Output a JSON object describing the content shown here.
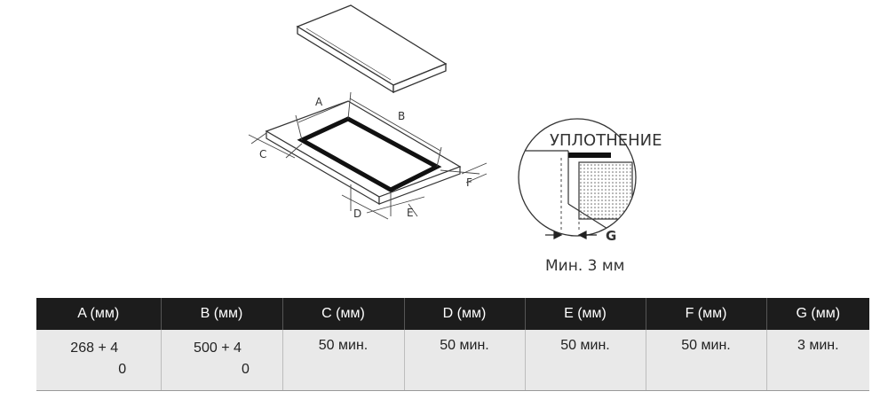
{
  "diagram": {
    "dim_labels": {
      "a": "A",
      "b": "B",
      "c": "C",
      "d": "D",
      "e": "E",
      "f": "F",
      "g": "G"
    },
    "detail_caption": "УПЛОТНЕНИЕ",
    "gap_caption": "Мин. 3 мм"
  },
  "table": {
    "headers": [
      "A (мм)",
      "B (мм)",
      "C (мм)",
      "D (мм)",
      "E (мм)",
      "F (мм)",
      "G (мм)"
    ],
    "row": {
      "a_main": "268 + 4",
      "a_low": "0",
      "b_main": "500 + 4",
      "b_low": "0",
      "c": "50 мин.",
      "d": "50 мин.",
      "e": "50 мин.",
      "f": "50 мин.",
      "g": "3 мин."
    }
  }
}
